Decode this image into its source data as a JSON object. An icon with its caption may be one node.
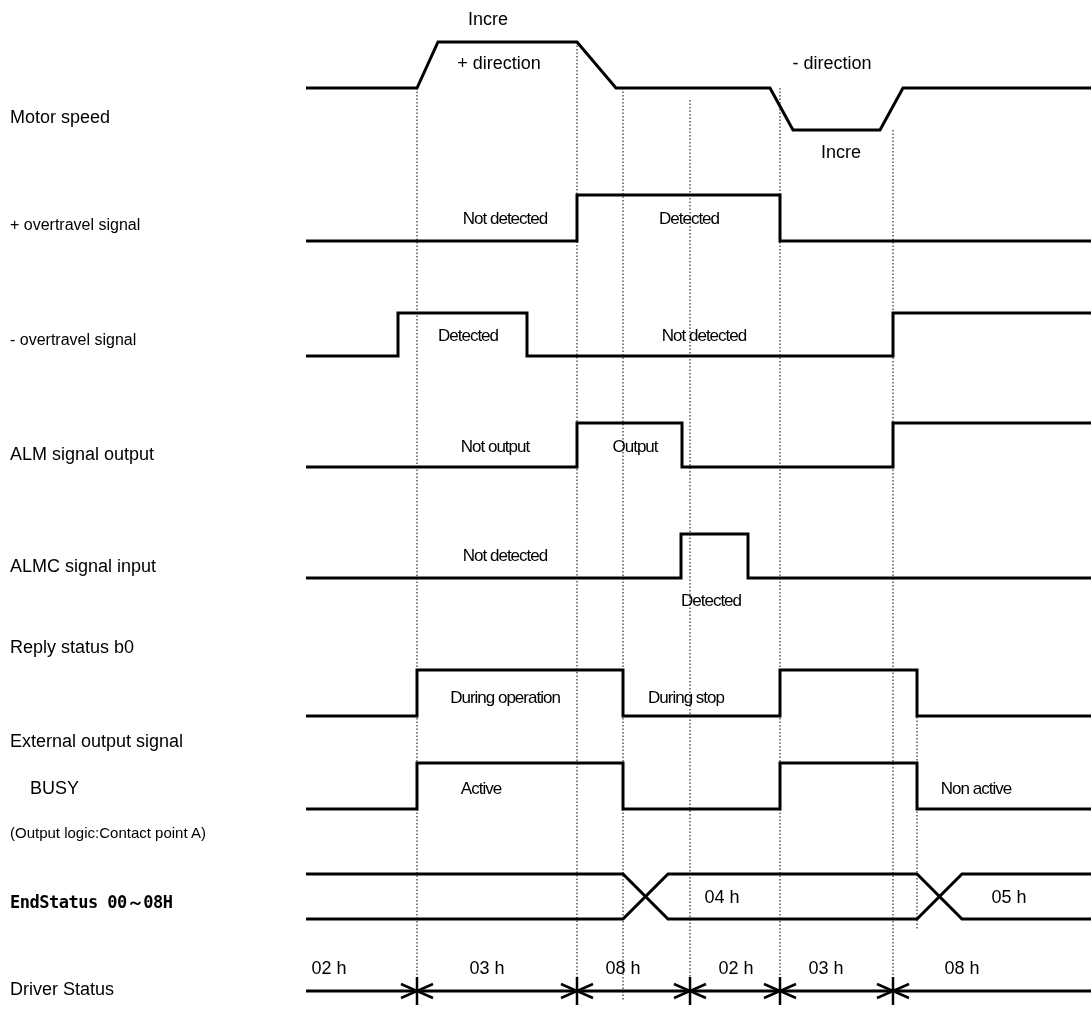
{
  "diagram": {
    "labels": [
      "Incre",
      "+ direction",
      "- direction",
      "Motor speed",
      "Incre",
      "+ overtravel signal",
      "Not detected",
      "Detected",
      "- overtravel signal",
      "Detected",
      "Not detected",
      "ALM signal output",
      "Not output",
      "Output",
      "ALMC signal input",
      "Not detected",
      "Detected",
      "Reply status b0",
      "During operation",
      "During stop",
      "External output signal",
      "BUSY",
      "Active",
      "Non active",
      "(Output logic:Contact point A)",
      "EndStatus 00～08H",
      "04 h",
      "05 h",
      "02 h",
      "03 h",
      "08 h",
      "02 h",
      "03 h",
      "08 h",
      "Driver Status"
    ]
  }
}
